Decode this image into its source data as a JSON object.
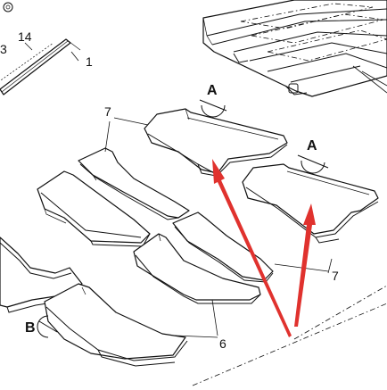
{
  "callouts": {
    "part_14": "14",
    "part_3": "3",
    "part_1": "1",
    "part_7_top": "7",
    "part_7_right": "7",
    "part_6": "6",
    "view_a_1": "A",
    "view_a_2": "A",
    "view_b": "B"
  },
  "colors": {
    "line": "#111111",
    "arrow": "#e0322e",
    "background": "#ffffff"
  }
}
